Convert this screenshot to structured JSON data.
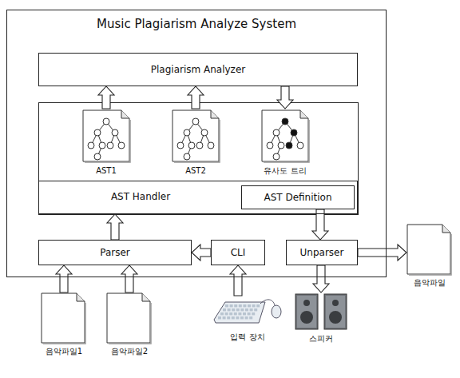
{
  "diagram": {
    "nodes": [
      {
        "text": [
          "Music Plagiarism Analyze System"
        ]
      },
      {
        "text": [
          "Plagiarism Analyzer"
        ],
        "in": 0
      },
      {
        "text": [
          "AST1"
        ],
        "in": 0
      },
      {
        "text": [
          "AST2"
        ],
        "in": 0
      },
      {
        "text": [
          "유사도 트리"
        ],
        "in": 0
      },
      {
        "text": [
          "AST Handler"
        ],
        "in": 0
      },
      {
        "text": [
          "AST Definition"
        ],
        "in": 5
      },
      {
        "text": [
          "Parser"
        ],
        "in": 0
      },
      {
        "text": [
          "CLI"
        ],
        "in": 0
      },
      {
        "text": [
          "Unparser"
        ],
        "in": 0
      },
      {
        "text": [
          "음악파일1"
        ]
      },
      {
        "text": [
          "음악파일2"
        ]
      },
      {
        "text": [
          "입력 장치"
        ]
      },
      {
        "text": [
          "스피커"
        ]
      },
      {
        "text": [
          "음악파일"
        ]
      }
    ],
    "edges": [
      {
        "from": 2,
        "to": 1,
        "arrow": "to"
      },
      {
        "from": 3,
        "to": 1,
        "arrow": "to"
      },
      {
        "from": 1,
        "to": 4,
        "arrow": "to"
      },
      {
        "from": 7,
        "to": 5,
        "arrow": "to"
      },
      {
        "from": 6,
        "to": 9,
        "arrow": "to"
      },
      {
        "from": 8,
        "to": 7,
        "arrow": "to"
      },
      {
        "from": 12,
        "to": 8,
        "arrow": "to"
      },
      {
        "from": 10,
        "to": 7,
        "arrow": "to"
      },
      {
        "from": 11,
        "to": 7,
        "arrow": "to"
      },
      {
        "from": 9,
        "to": 14,
        "arrow": "to"
      },
      {
        "from": 9,
        "to": 13,
        "arrow": "to"
      }
    ]
  }
}
